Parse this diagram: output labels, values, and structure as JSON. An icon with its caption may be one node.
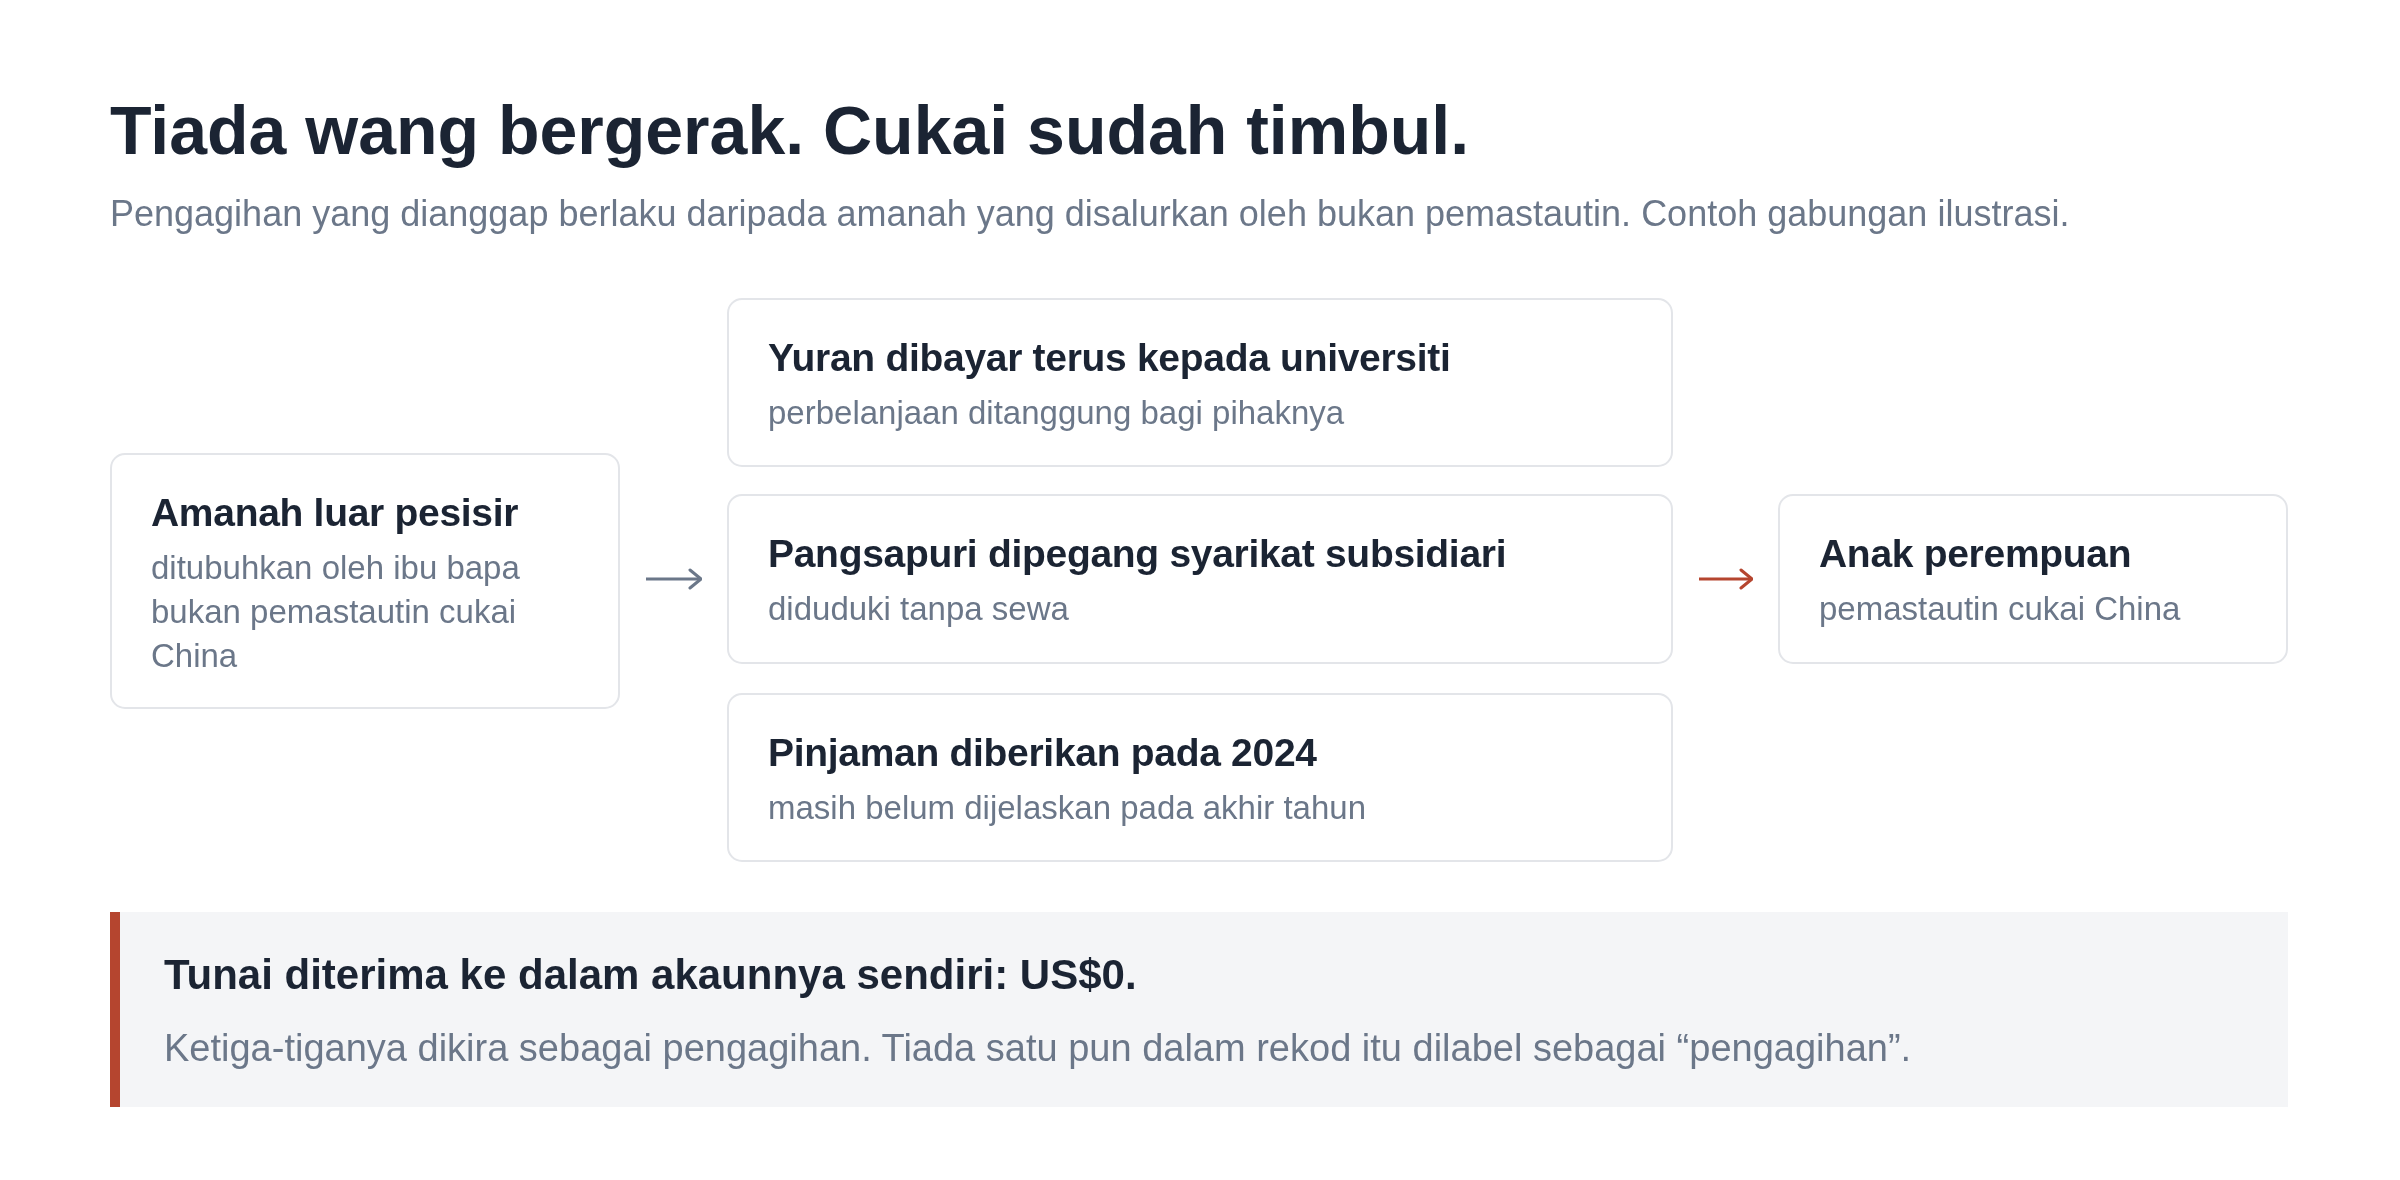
{
  "diagram": {
    "title": "Tiada wang bergerak. Cukai sudah timbul.",
    "caption": "Pengagihan yang dianggap berlaku daripada amanah yang disalurkan oleh bukan pemastautin. Contoh gabungan ilustrasi.",
    "nodes": [
      {
        "text": [
          "Amanah luar pesisir",
          "ditubuhkan oleh ibu bapa bukan pemastautin cukai China"
        ]
      },
      {
        "text": [
          "Yuran dibayar terus kepada universiti",
          "perbelanjaan ditanggung bagi pihaknya"
        ]
      },
      {
        "text": [
          "Pangsapuri dipegang syarikat subsidiari",
          "diduduki tanpa sewa"
        ]
      },
      {
        "text": [
          "Pinjaman diberikan pada 2024",
          "masih belum dijelaskan pada akhir tahun"
        ]
      },
      {
        "text": [
          "Anak perempuan",
          "pemastautin cukai China"
        ]
      },
      {
        "text": [
          "Tunai diterima ke dalam akaunnya sendiri: US$0.",
          "Ketiga-tiganya dikira sebagai pengagihan. Tiada satu pun dalam rekod itu dilabel sebagai “pengagihan”."
        ]
      }
    ],
    "edges": [
      {
        "from": 0,
        "to": 2,
        "arrow": "to"
      },
      {
        "from": 2,
        "to": 4,
        "arrow": "to",
        "color": "#b5452f"
      }
    ]
  }
}
